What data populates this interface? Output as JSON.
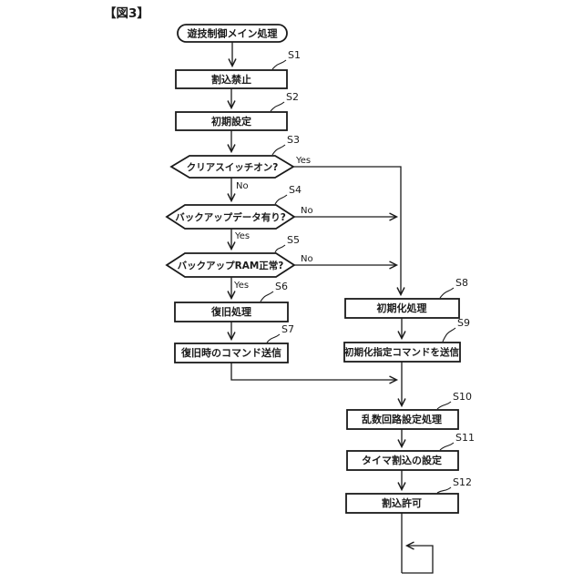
{
  "figure_label": "【図3】",
  "flowchart": {
    "start": "遊技制御メイン処理",
    "steps": {
      "s1": {
        "id": "S1",
        "text": "割込禁止"
      },
      "s2": {
        "id": "S2",
        "text": "初期設定"
      },
      "s3": {
        "id": "S3",
        "text": "クリアスイッチオン?"
      },
      "s4": {
        "id": "S4",
        "text": "バックアップデータ有り?"
      },
      "s5": {
        "id": "S5",
        "text": "バックアップRAM正常?"
      },
      "s6": {
        "id": "S6",
        "text": "復旧処理"
      },
      "s7": {
        "id": "S7",
        "text": "復旧時のコマンド送信"
      },
      "s8": {
        "id": "S8",
        "text": "初期化処理"
      },
      "s9": {
        "id": "S9",
        "text": "初期化指定コマンドを送信"
      },
      "s10": {
        "id": "S10",
        "text": "乱数回路設定処理"
      },
      "s11": {
        "id": "S11",
        "text": "タイマ割込の設定"
      },
      "s12": {
        "id": "S12",
        "text": "割込許可"
      }
    },
    "branches": {
      "s3_yes": "Yes",
      "s3_no": "No",
      "s4_yes": "Yes",
      "s4_no": "No",
      "s5_yes": "Yes",
      "s5_no": "No"
    },
    "colors": {
      "line": "#1a1a1a",
      "background": "#ffffff"
    }
  }
}
